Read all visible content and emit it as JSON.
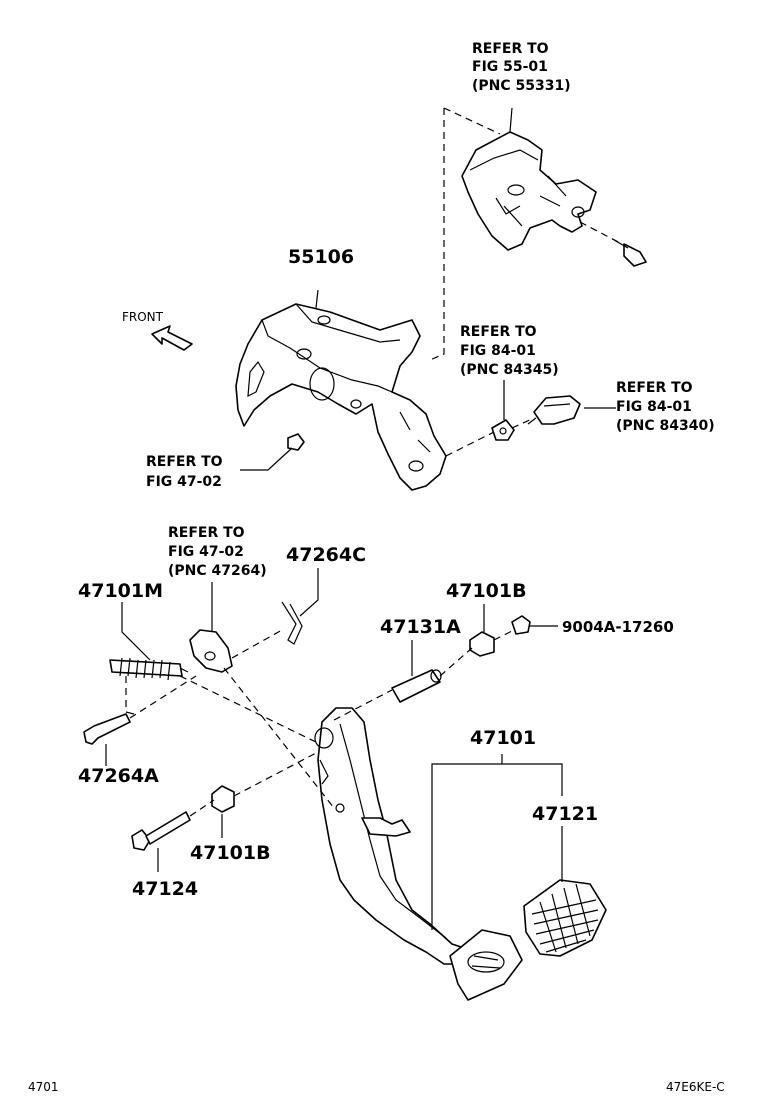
{
  "labels": {
    "refer_55_01": [
      "REFER TO",
      "FIG 55-01",
      "(PNC 55331)"
    ],
    "refer_84_01_84345": [
      "REFER TO",
      "FIG 84-01",
      "(PNC 84345)"
    ],
    "refer_84_01_84340": [
      "REFER TO",
      "FIG 84-01",
      "(PNC 84340)"
    ],
    "refer_47_02": [
      "REFER TO",
      "FIG 47-02"
    ],
    "refer_47_02_47264": [
      "REFER TO",
      "FIG 47-02",
      "(PNC 47264)"
    ],
    "front": "FRONT",
    "p55106": "55106",
    "p47264C": "47264C",
    "p47101M": "47101M",
    "p47101B_top": "47101B",
    "p9004A": "9004A-17260",
    "p47131A": "47131A",
    "p47264A": "47264A",
    "p47101": "47101",
    "p47121": "47121",
    "p47101B_bot": "47101B",
    "p47124": "47124"
  },
  "footer": {
    "left": "4701",
    "right": "47E6KE-C"
  }
}
